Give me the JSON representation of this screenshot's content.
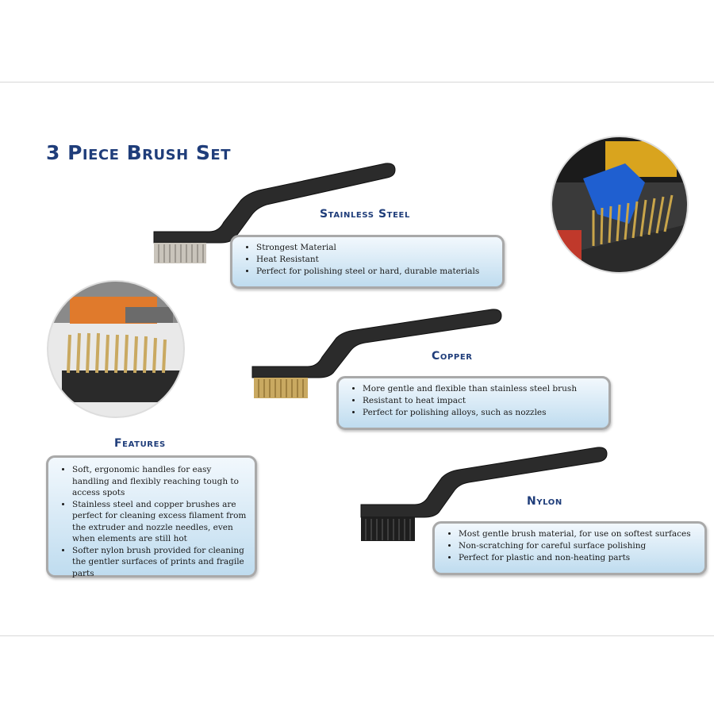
{
  "title": "3 Piece Brush Set",
  "sections": {
    "stainless": {
      "heading": "Stainless Steel",
      "items": [
        "Strongest Material",
        "Heat Resistant",
        "Perfect for polishing steel or hard, durable materials"
      ]
    },
    "copper": {
      "heading": "Copper",
      "items": [
        "More gentle and flexible than stainless steel brush",
        "Resistant to heat impact",
        "Perfect for polishing alloys, such as nozzles"
      ]
    },
    "nylon": {
      "heading": "Nylon",
      "items": [
        "Most gentle brush material, for use on softest surfaces",
        "Non-scratching for careful surface polishing",
        "Perfect for plastic and non-heating parts"
      ]
    },
    "features": {
      "heading": "Features",
      "items": [
        "Soft, ergonomic handles for easy handling and flexibly reaching tough to access spots",
        "Stainless steel and copper brushes are perfect for cleaning excess filament from the extruder and nozzle needles, even when elements are still hot",
        "Softer nylon brush provided for cleaning the gentler surfaces of prints and fragile parts"
      ]
    }
  },
  "colors": {
    "heading": "#1f3d7a",
    "box_top": "#f2f8fd",
    "box_bottom": "#bfdcef",
    "box_border": "#a9a9a9",
    "handle": "#2b2b2b",
    "steel_bristles": "#c9c4bb",
    "copper_bristles": "#c9a961",
    "nylon_bristles": "#1e1e1e"
  }
}
